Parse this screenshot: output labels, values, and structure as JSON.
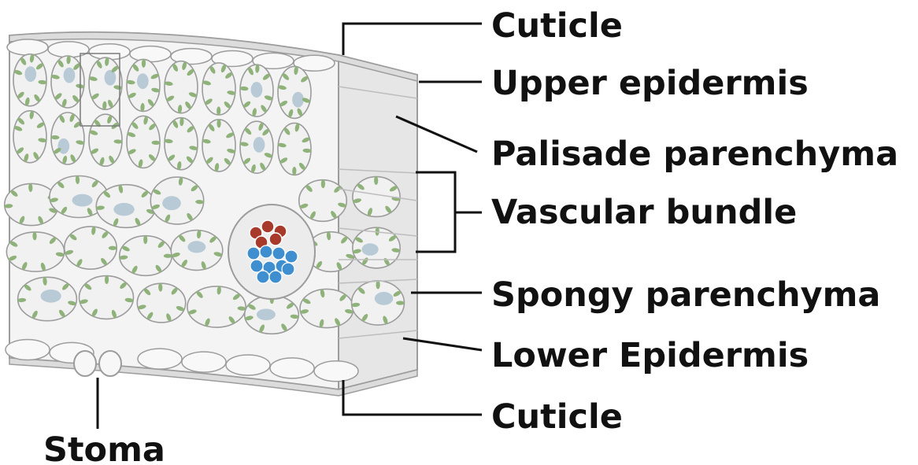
{
  "diagram": {
    "labels": {
      "cuticle_top": "Cuticle",
      "upper_epidermis": "Upper epidermis",
      "palisade": "Palisade parenchyma",
      "vascular": "Vascular bundle",
      "spongy": "Spongy parenchyma",
      "lower_epidermis": "Lower Epidermis",
      "cuticle_bottom": "Cuticle",
      "stoma": "Stoma"
    },
    "colors": {
      "cell_wall": "#9c9c9c",
      "cell_fill": "#f1f1f1",
      "chloroplast": "#8fb27a",
      "vacuole_blue": "#b7cad6",
      "xylem": "#a83a2c",
      "phloem": "#3f8fd0",
      "side_face": "#e6e6e6",
      "leader_line": "#111111"
    }
  }
}
